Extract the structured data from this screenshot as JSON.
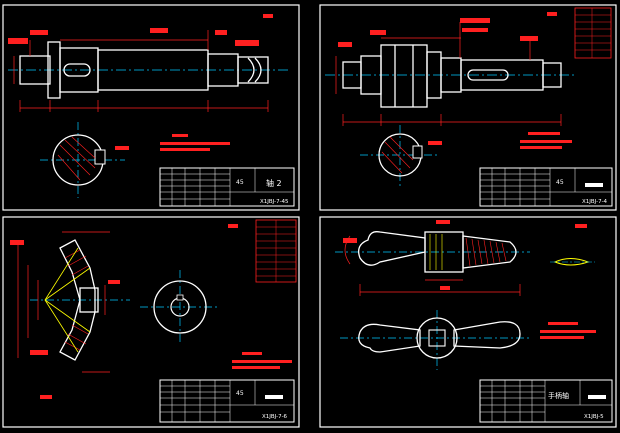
{
  "colors": {
    "background": "#000000",
    "frame": "#ffffff",
    "dim": "#ff2020",
    "center": "#00c8ff",
    "part": "#ffffff",
    "accent": "#ffff00"
  },
  "sheets": [
    {
      "id": "shaft-1",
      "title_block": {
        "material": "45",
        "name": "轴 2",
        "code": "X1JBJ-7-45"
      }
    },
    {
      "id": "shaft-2",
      "title_block": {
        "material": "45",
        "name": "",
        "code": "X1JBJ-7-4"
      }
    },
    {
      "id": "bevel-gear",
      "title_block": {
        "material": "45",
        "name": "",
        "code": "X1JBJ-7-6"
      }
    },
    {
      "id": "handle",
      "title_block": {
        "material": "",
        "name": "手柄轴",
        "code": "X1JBJ-5"
      }
    }
  ]
}
